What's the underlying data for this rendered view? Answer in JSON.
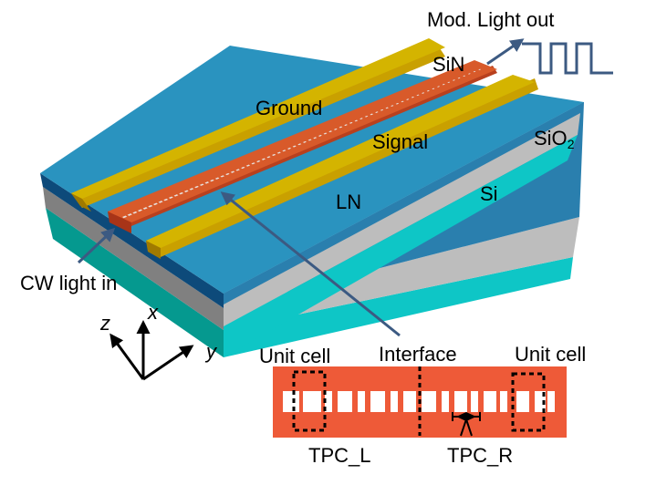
{
  "labels": {
    "mod_light_out": "Mod. Light out",
    "sin": "SiN",
    "ground": "Ground",
    "signal": "Signal",
    "sio2_main": "SiO",
    "sio2_sub": "2",
    "ln": "LN",
    "si": "Si",
    "cw_light_in": "CW light in",
    "axis_z": "z",
    "axis_x": "x",
    "axis_y": "y",
    "unit_cell_left": "Unit cell",
    "interface": "Interface",
    "unit_cell_right": "Unit cell",
    "tpc_l": "TPC_L",
    "tpc_r": "TPC_R"
  },
  "colors": {
    "ln_top": "#2a93bf",
    "ln_edge_left": "#0d4a7a",
    "ln_edge_right": "#2a7fae",
    "sio2_left": "#808080",
    "sio2_right": "#bdbdbd",
    "si_left": "#05998f",
    "si_right": "#0ec6c6",
    "gold_top": "#d4b400",
    "gold_side": "#a07a00",
    "sin_top": "#d85a2a",
    "sin_side": "#b8401e",
    "inset_bar": "#ee5a38",
    "arrow": "#3c5a82"
  }
}
